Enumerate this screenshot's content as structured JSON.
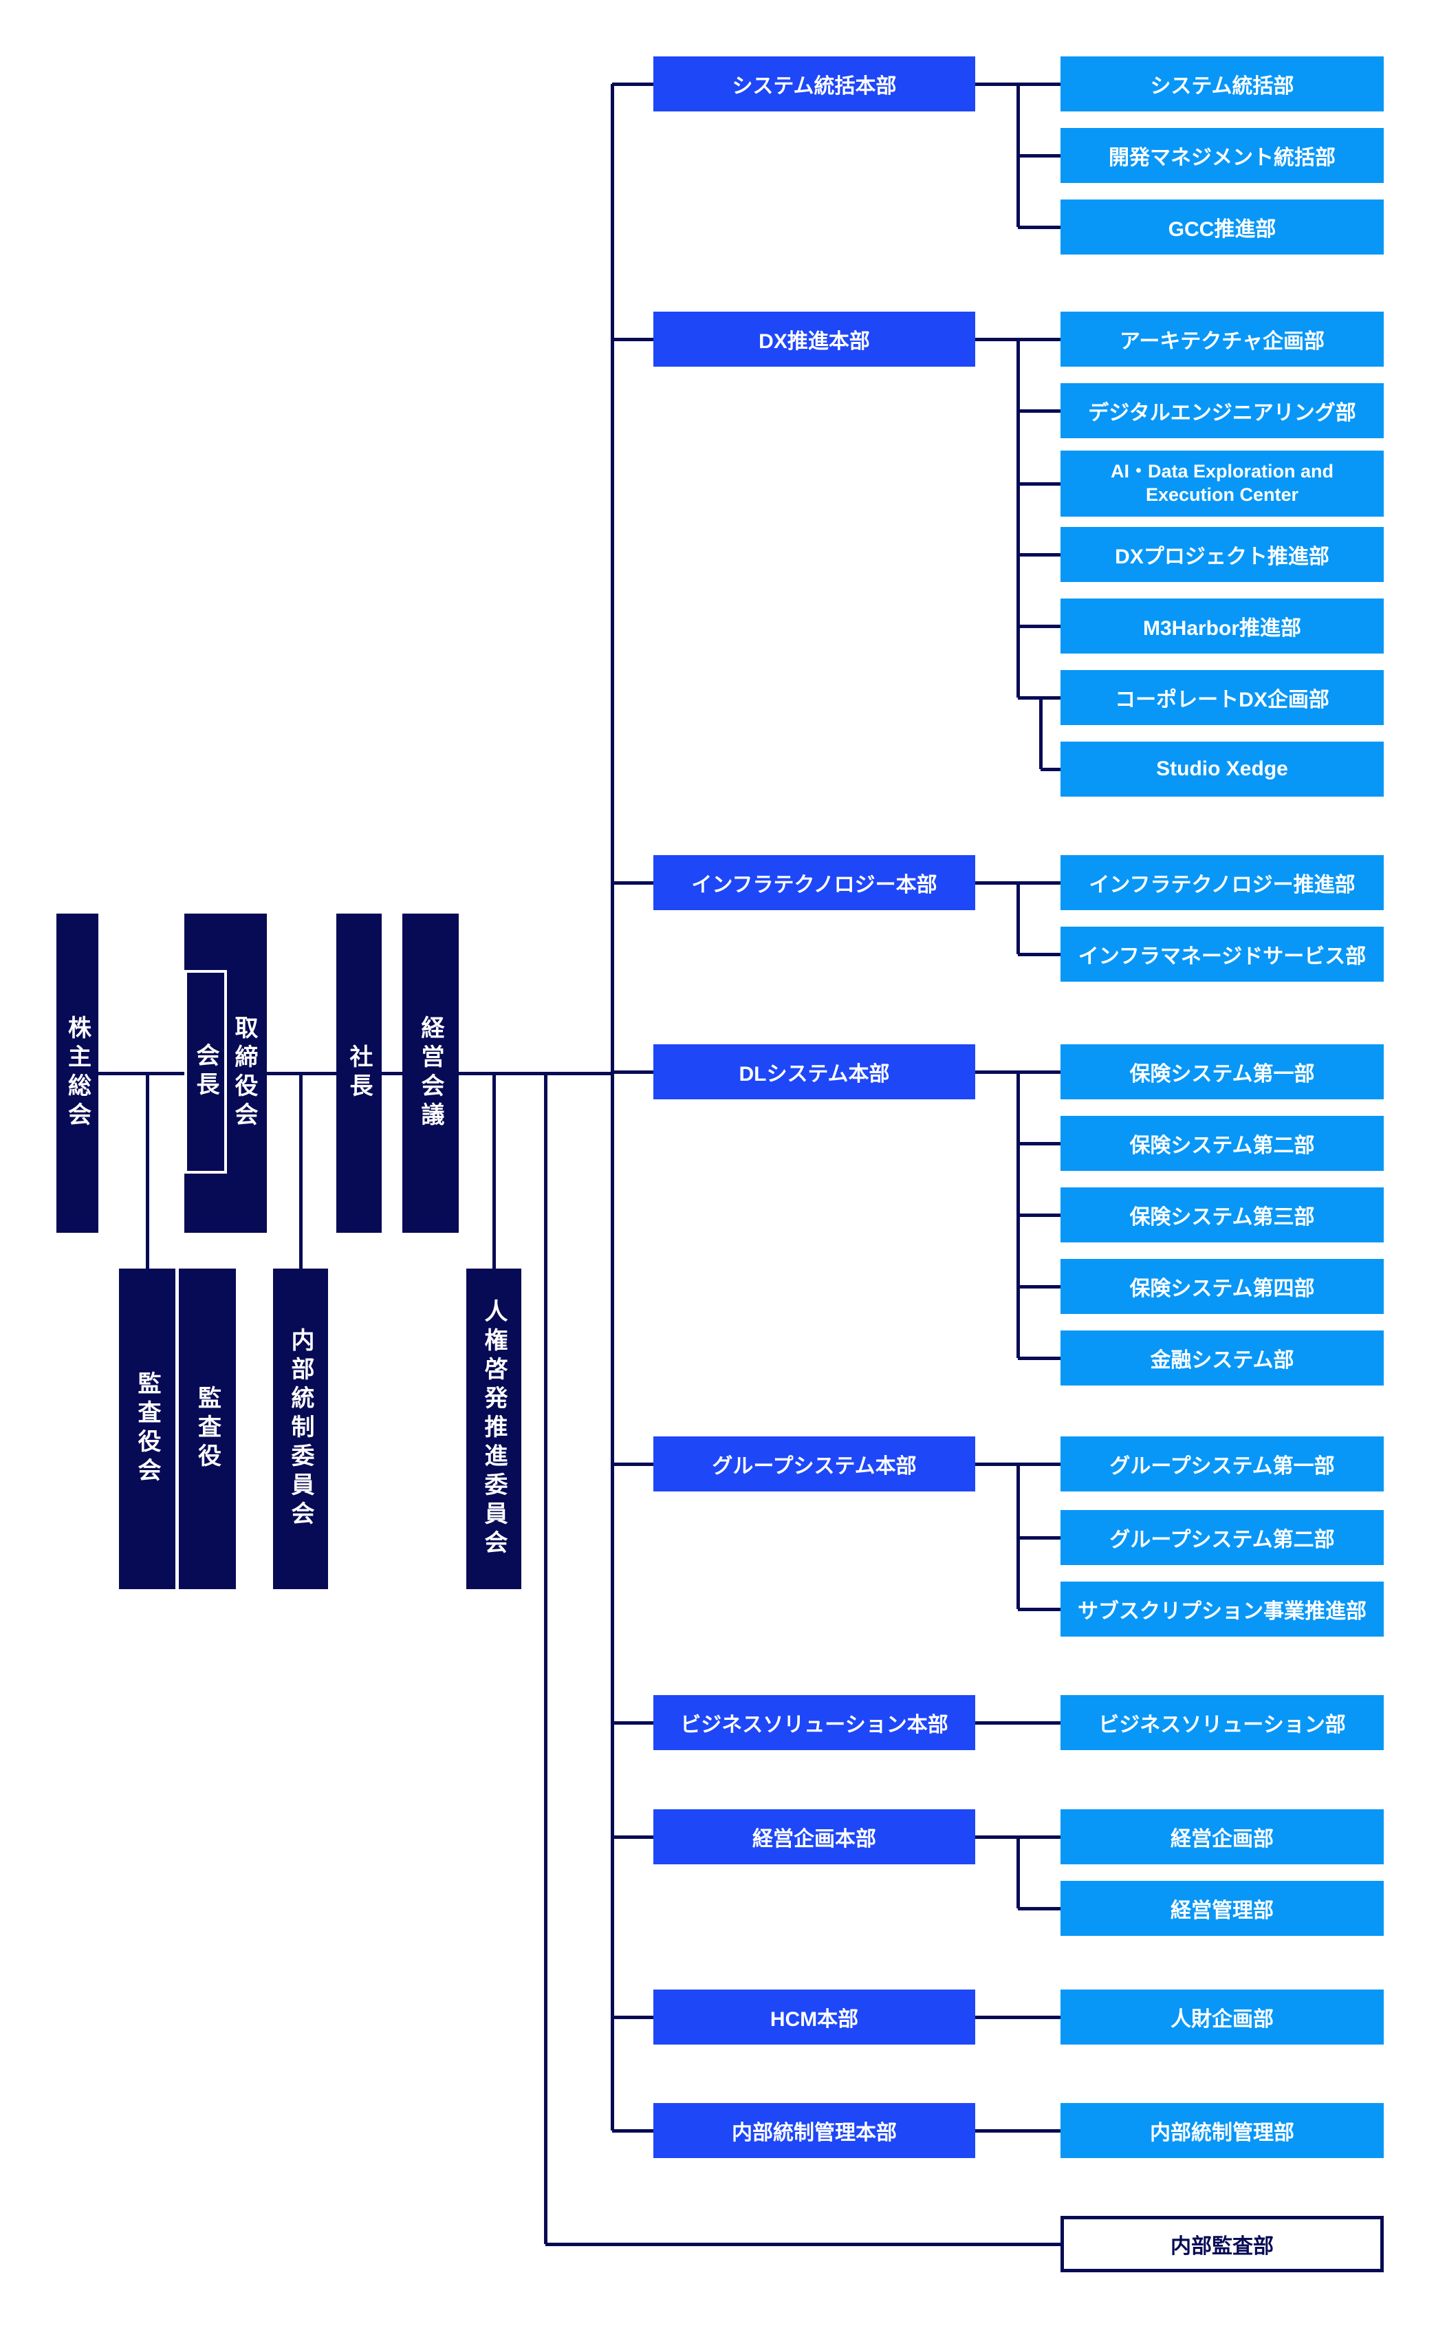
{
  "colors": {
    "navy": "#070b55",
    "headquarters_blue": "#1e47f7",
    "department_blue": "#0897f7",
    "text_on_blue": "#ffffff"
  },
  "governance": {
    "shareholders_meeting": "株主総会",
    "chairman": "会長",
    "board_of_directors": "取締役会",
    "president": "社長",
    "management_meeting": "経営会議",
    "audit_and_supervisory_board": "監査役会",
    "auditors": "監査役",
    "internal_control_committee": "内部統制委員会",
    "human_rights_committee": "人権啓発推進委員会"
  },
  "groups": [
    {
      "hq": "システム統括本部",
      "departments": [
        "システム統括部",
        "開発マネジメント統括部",
        "GCC推進部"
      ]
    },
    {
      "hq": "DX推進本部",
      "departments": [
        "アーキテクチャ企画部",
        "デジタルエンジニアリング部",
        "AI・Data Exploration and Execution Center",
        "DXプロジェクト推進部",
        "M3Harbor推進部",
        "コーポレートDX企画部",
        "Studio Xedge"
      ]
    },
    {
      "hq": "インフラテクノロジー本部",
      "departments": [
        "インフラテクノロジー推進部",
        "インフラマネージドサービス部"
      ]
    },
    {
      "hq": "DLシステム本部",
      "departments": [
        "保険システム第一部",
        "保険システム第二部",
        "保険システム第三部",
        "保険システム第四部",
        "金融システム部"
      ]
    },
    {
      "hq": "グループシステム本部",
      "departments": [
        "グループシステム第一部",
        "グループシステム第二部",
        "サブスクリプション事業推進部"
      ]
    },
    {
      "hq": "ビジネスソリューション本部",
      "departments": [
        "ビジネスソリューション部"
      ]
    },
    {
      "hq": "経営企画本部",
      "departments": [
        "経営企画部",
        "経営管理部"
      ]
    },
    {
      "hq": "HCM本部",
      "departments": [
        "人財企画部"
      ]
    },
    {
      "hq": "内部統制管理本部",
      "departments": [
        "内部統制管理部"
      ]
    }
  ],
  "independent": {
    "internal_audit": "内部監査部"
  }
}
